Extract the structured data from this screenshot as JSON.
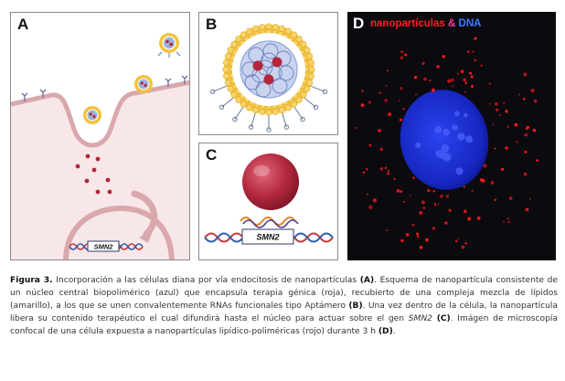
{
  "panels": {
    "a": {
      "label": "A",
      "gene_label": "SMN2"
    },
    "b": {
      "label": "B"
    },
    "c": {
      "label": "C",
      "gene_label": "SMN2"
    },
    "d": {
      "label": "D",
      "title_part1": "nanopartículas",
      "title_amp": " & ",
      "title_part2": "DNA"
    }
  },
  "caption": {
    "fig_label": "Figura 3.",
    "s1": " Incorporación a las células diana por vía endocitosis de nanopartículas ",
    "ref_a": "(A)",
    "s2": ". Esquema de nanopartícula consistente de un núcleo central biopolimérico (azul) que encapsula terapia génica (roja), recubierto de una compleja mezcla de lípidos (amarillo), a los que se unen convalentemente RNAs funcionales tipo Aptámero ",
    "ref_b": "(B)",
    "s3": ". Una vez dentro de la célula, la nanopartícula libera su contenido terapéutico el cual difundirá hasta el núcleo para actuar sobre el gen ",
    "gene": "SMN2",
    "s4": " ",
    "ref_c": "(C)",
    "s5": ". Imágen de microscopía confocal de una célula expuesta a nanopartículas lipídico-poliméricas (rojo) durante 3 h ",
    "ref_d": "(D)",
    "s6": "."
  },
  "colors": {
    "membrane": "#d9a8ad",
    "lipid_yellow": "#f2c23a",
    "core_blue": "#8fa6d8",
    "cargo_red": "#b2283a",
    "dna_red": "#c43a3a",
    "dna_blue": "#2f5fae",
    "aptamer_grey": "#6a7a96",
    "nucleus_blue": "#1a2fd6",
    "particles_red": "#ff1a1a"
  }
}
